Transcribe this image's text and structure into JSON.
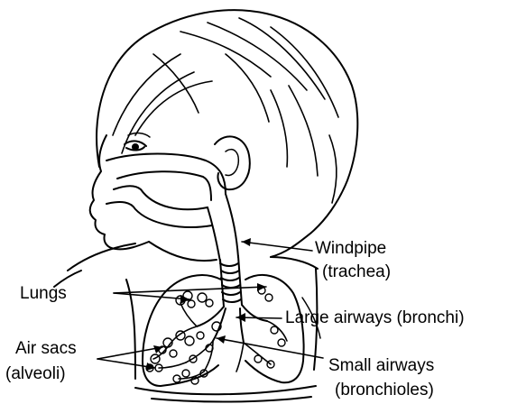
{
  "labels": {
    "windpipe": "Windpipe",
    "trachea": "(trachea)",
    "lungs": "Lungs",
    "large_airways": "Large airways (bronchi)",
    "air_sacs": "Air sacs",
    "alveoli": "(alveoli)",
    "small_airways": "Small airways",
    "bronchioles": "(bronchioles)"
  }
}
